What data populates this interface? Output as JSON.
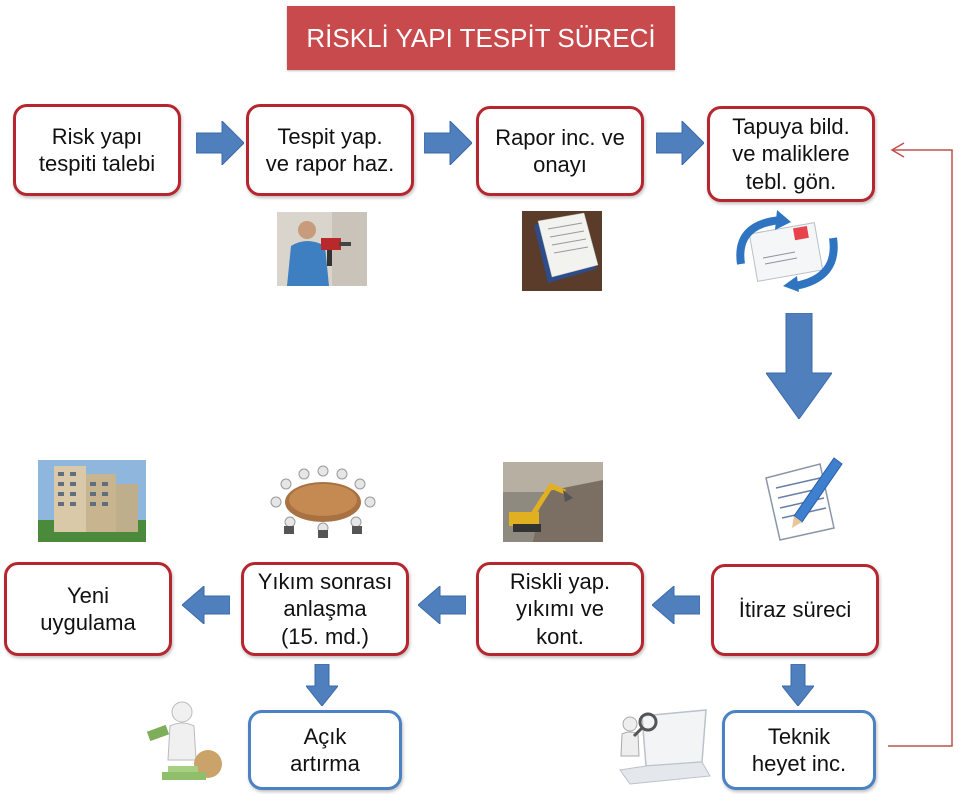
{
  "title": "RİSKLİ YAPI TESPİT SÜRECİ",
  "steps": {
    "s1": "Risk yapı\ntespiti talebi",
    "s2": "Tespit yap.\nve rapor haz.",
    "s3": "Rapor inc. ve\nonayı",
    "s4": "Tapuya bild.\nve maliklere\ntebl. gön.",
    "s5": "İtiraz süreci",
    "s6": "Riskli yap.\nyıkımı ve\nkont.",
    "s7": "Yıkım sonrası\nanlaşma\n(15. md.)",
    "s8": "Yeni\nuygulama",
    "s9": "Açık\nartırma",
    "s10": "Teknik\nheyet inc."
  },
  "colors": {
    "title_bg": "#c94a4c",
    "box_border_red": "#b5262e",
    "box_border_blue": "#4a82c3",
    "arrow_blue": "#4f7fbd",
    "feedback_line": "#c0504d"
  }
}
